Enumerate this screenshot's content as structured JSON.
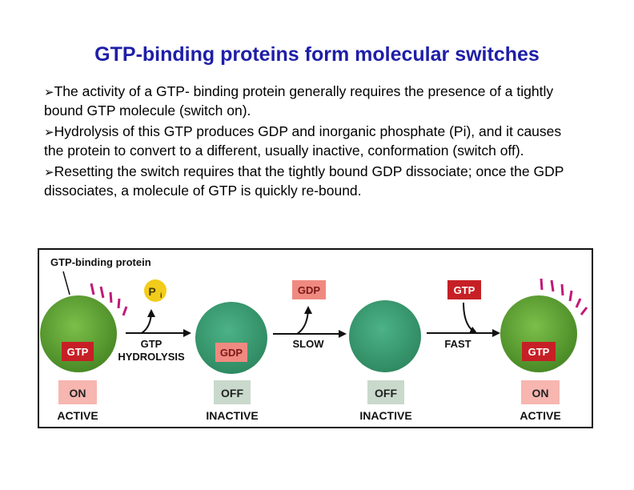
{
  "slide": {
    "title": "GTP-binding proteins form molecular switches",
    "bullets": [
      "The activity of a GTP- binding protein generally requires the presence of a tightly bound GTP molecule (switch on).",
      "Hydrolysis of this GTP produces GDP and inorganic phosphate (Pi), and it causes the protein to convert to a different, usually inactive, conformation (switch off).",
      "Resetting the switch requires that the tightly bound GDP dissociate; once the GDP dissociates, a molecule of GTP is quickly re-bound."
    ]
  },
  "diagram": {
    "protein_label": "GTP-binding protein",
    "gtp": "GTP",
    "gdp": "GDP",
    "pi_letter": "P",
    "pi_sub": "i",
    "step1_line1": "GTP",
    "step1_line2": "HYDROLYSIS",
    "step2": "SLOW",
    "step3": "FAST",
    "on": "ON",
    "off": "OFF",
    "active": "ACTIVE",
    "inactive": "INACTIVE",
    "colors": {
      "title": "#1e1ea8",
      "active_protein": "#5a9a32",
      "inactive_protein": "#3a9a74",
      "gtp_box": "#c62026",
      "gdp_box": "#f08a80",
      "on_box": "#f7b6b0",
      "off_box": "#c9d9cc",
      "rays": "#c0197a",
      "pi": "#f2cc1b"
    }
  }
}
